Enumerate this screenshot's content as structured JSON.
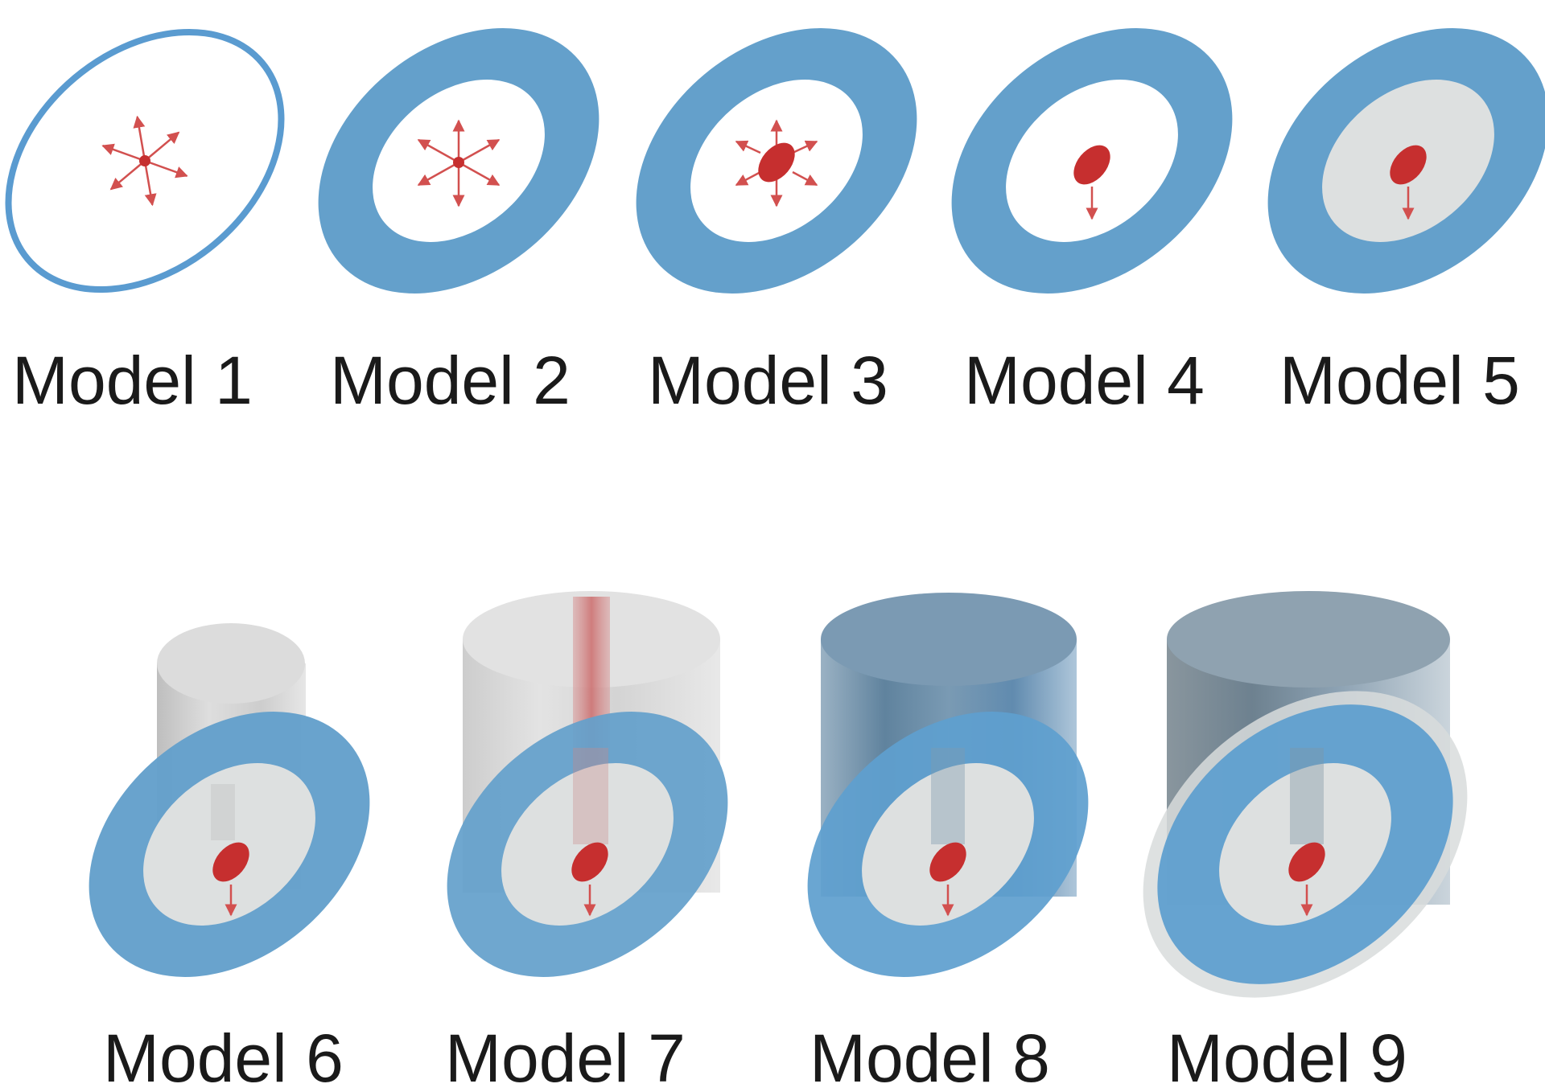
{
  "colors": {
    "ring_blue": "#64a0cb",
    "outline_blue": "#5a9bd0",
    "inner_white": "#ffffff",
    "inner_gray": "#dde0e0",
    "core_red": "#c62f2f",
    "arrow_red": "#d2504f",
    "cylinder_gray": "#c9c9c9",
    "cylinder_blue": "#5b87a6",
    "cylinder_slate": "#6c7f8c",
    "outer_halo": "#d8dcdc"
  },
  "models": [
    {
      "id": 1,
      "label": "Model 1"
    },
    {
      "id": 2,
      "label": "Model 2"
    },
    {
      "id": 3,
      "label": "Model 3"
    },
    {
      "id": 4,
      "label": "Model 4"
    },
    {
      "id": 5,
      "label": "Model 5"
    },
    {
      "id": 6,
      "label": "Model 6"
    },
    {
      "id": 7,
      "label": "Model 7"
    },
    {
      "id": 8,
      "label": "Model 8"
    },
    {
      "id": 9,
      "label": "Model 9"
    }
  ]
}
